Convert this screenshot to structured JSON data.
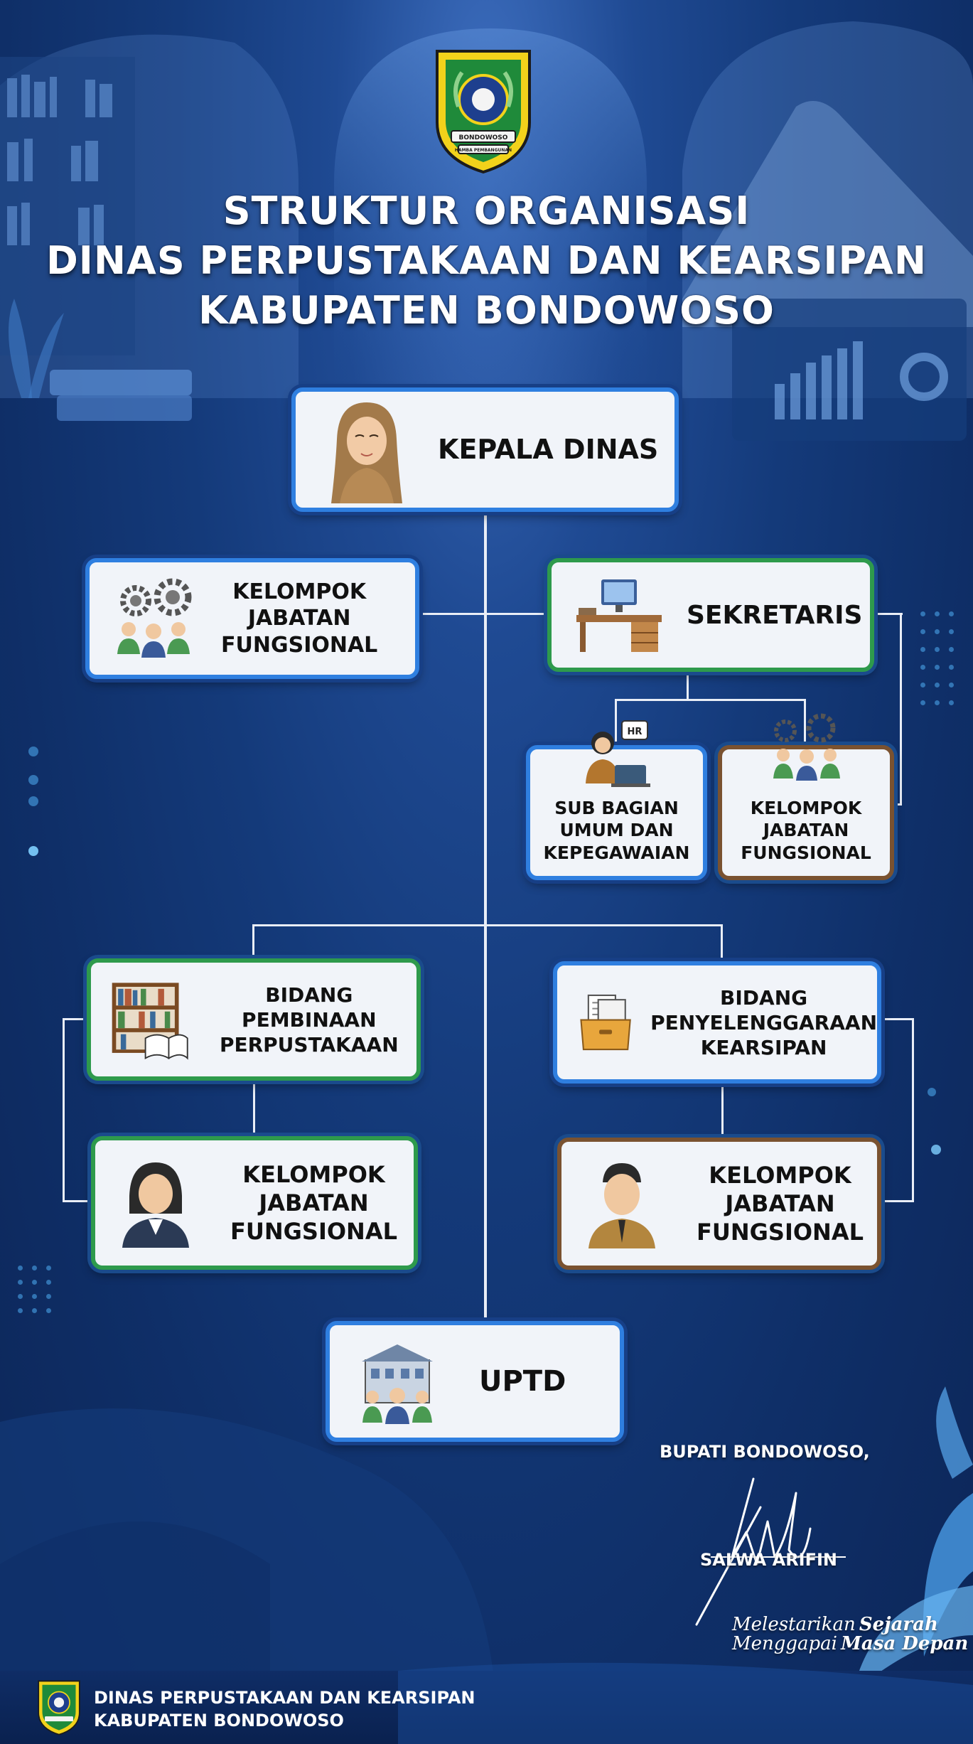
{
  "header": {
    "title_line1": "STRUKTUR ORGANISASI",
    "title_line2": "DINAS PERPUSTAKAAN DAN KEARSIPAN",
    "title_line3": "KABUPATEN BONDOWOSO",
    "logo_text_top": "BONDOWOSO",
    "logo_text_bottom": "HAMBA PEMBANGUNAN"
  },
  "nodes": {
    "kepala_dinas": "KEPALA DINAS",
    "kjf_top": [
      "KELOMPOK",
      "JABATAN",
      "FUNGSIONAL"
    ],
    "sekretaris": "SEKRETARIS",
    "subbag": [
      "SUB BAGIAN",
      "UMUM DAN",
      "KEPEGAWAIAN"
    ],
    "subbag_badge": "HR",
    "kjf_sekretariat": [
      "KELOMPOK",
      "JABATAN",
      "FUNGSIONAL"
    ],
    "bidang_pembinaan": [
      "BIDANG PEMBINAAN",
      "PERPUSTAKAAN"
    ],
    "bidang_kearsipan": [
      "BIDANG",
      "PENYELENGGARAAN",
      "KEARSIPAN"
    ],
    "kjf_pembinaan": [
      "KELOMPOK",
      "JABATAN",
      "FUNGSIONAL"
    ],
    "kjf_kearsipan": [
      "KELOMPOK",
      "JABATAN",
      "FUNGSIONAL"
    ],
    "uptd": "UPTD"
  },
  "signature": {
    "title": "BUPATI BONDOWOSO,",
    "name": "SALWA ARIFIN"
  },
  "tagline": {
    "part1": "Melestarikan",
    "part2": "Sejarah",
    "part3": "Menggapai",
    "part4": "Masa Depan"
  },
  "footer": {
    "line1": "DINAS PERPUSTAKAAN DAN KEARSIPAN",
    "line2": "KABUPATEN BONDOWOSO"
  },
  "colors": {
    "accent_blue": "#2f7fe0",
    "accent_green": "#2e9a4c",
    "accent_brown": "#7a5230",
    "logo_yellow": "#f2d21b",
    "logo_green": "#1f8a3a"
  }
}
